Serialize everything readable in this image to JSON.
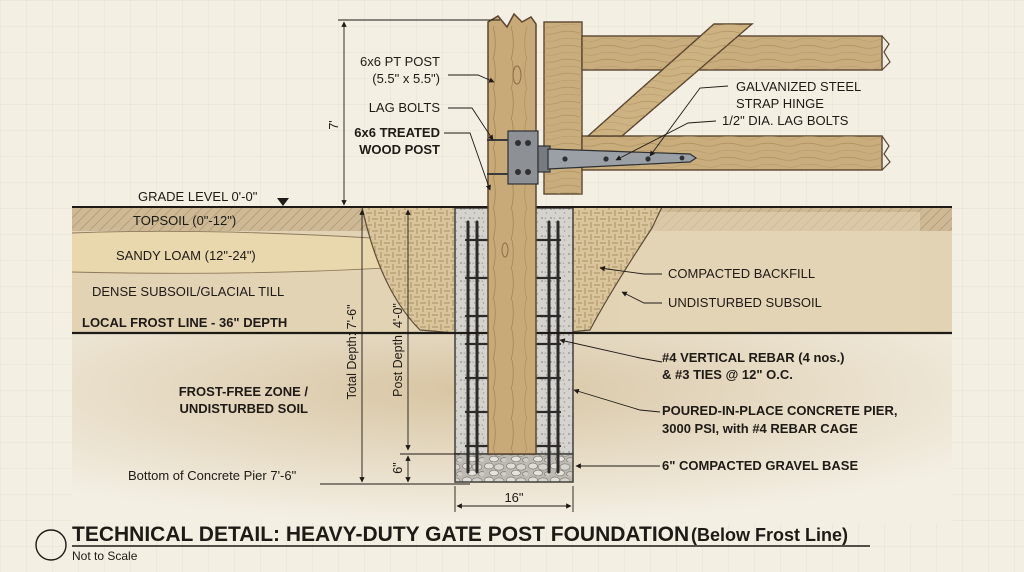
{
  "post_labels": {
    "post_size_l1": "6x6 PT POST",
    "post_size_l2": "(5.5\" x 5.5\")",
    "lag_bolts": "LAG BOLTS",
    "treated_l1": "6x6 TREATED",
    "treated_l2": "WOOD POST",
    "hinge_l1": "GALVANIZED STEEL",
    "hinge_l2": "STRAP HINGE",
    "hinge_bolts": "1/2\" DIA. LAG BOLTS"
  },
  "layers": {
    "grade": "GRADE LEVEL 0'-0\"",
    "topsoil": "TOPSOIL (0\"-12\")",
    "sandy_loam": "SANDY LOAM (12\"-24\")",
    "subsoil": "DENSE SUBSOIL/GLACIAL TILL",
    "frost_line": "LOCAL FROST LINE - 36\" DEPTH",
    "frost_free_l1": "FROST-FREE ZONE /",
    "frost_free_l2": "UNDISTURBED SOIL",
    "pier_bottom": "Bottom of Concrete Pier 7'-6\""
  },
  "callouts": {
    "backfill": "COMPACTED BACKFILL",
    "undisturbed": "UNDISTURBED SUBSOIL",
    "rebar_l1": "#4 VERTICAL REBAR (4 nos.)",
    "rebar_l2": "& #3 TIES @ 12\" O.C.",
    "pier_l1": "POURED-IN-PLACE CONCRETE PIER,",
    "pier_l2": "3000 PSI, with #4 REBAR CAGE",
    "gravel": "6\" COMPACTED GRAVEL BASE"
  },
  "dimensions": {
    "post_height": "7'",
    "total_depth": "Total Depth: 7'-6\"",
    "post_depth": "Post Depth: 4'-0\"",
    "gravel_depth": "6\"",
    "pier_width": "16\""
  },
  "title_block": {
    "title": "TECHNICAL DETAIL: HEAVY-DUTY GATE POST FOUNDATION",
    "title_suffix": "(Below Frost Line)",
    "scale_note": "Not to Scale"
  },
  "colors": {
    "paper": "#f3efe3",
    "wood": "#c9ad7c",
    "topsoil": "#cdb995",
    "sandy": "#e2cfa6",
    "subsoil": "#e0cfb0",
    "concrete": "#d3d2cc",
    "ink": "#1e1a15"
  }
}
